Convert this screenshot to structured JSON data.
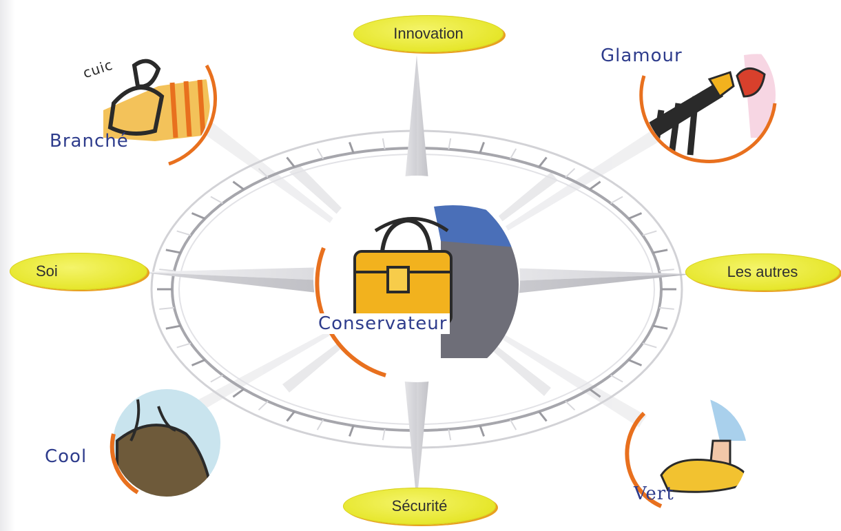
{
  "center": {
    "label": "Conservateur"
  },
  "axes": {
    "north": "Innovation",
    "south": "Sécurité",
    "west": "Soi",
    "east": "Les autres"
  },
  "corners": {
    "top_left": "Branché",
    "top_right": "Glamour",
    "bottom_left": "Cool",
    "bottom_right": "Vert"
  },
  "onomatopoeia": "cuic",
  "colors": {
    "pill_yellow": "#e6e62a",
    "ring_orange": "#e8701e",
    "handwriting_blue": "#2e3c8c",
    "compass_grey": "#c8c8c8"
  },
  "icons": {
    "center": "briefcase-icon",
    "top_left": "squeezed-toy-icon",
    "top_right": "lipstick-icon",
    "bottom_left": "relaxed-person-icon",
    "bottom_right": "clog-shoe-icon"
  }
}
